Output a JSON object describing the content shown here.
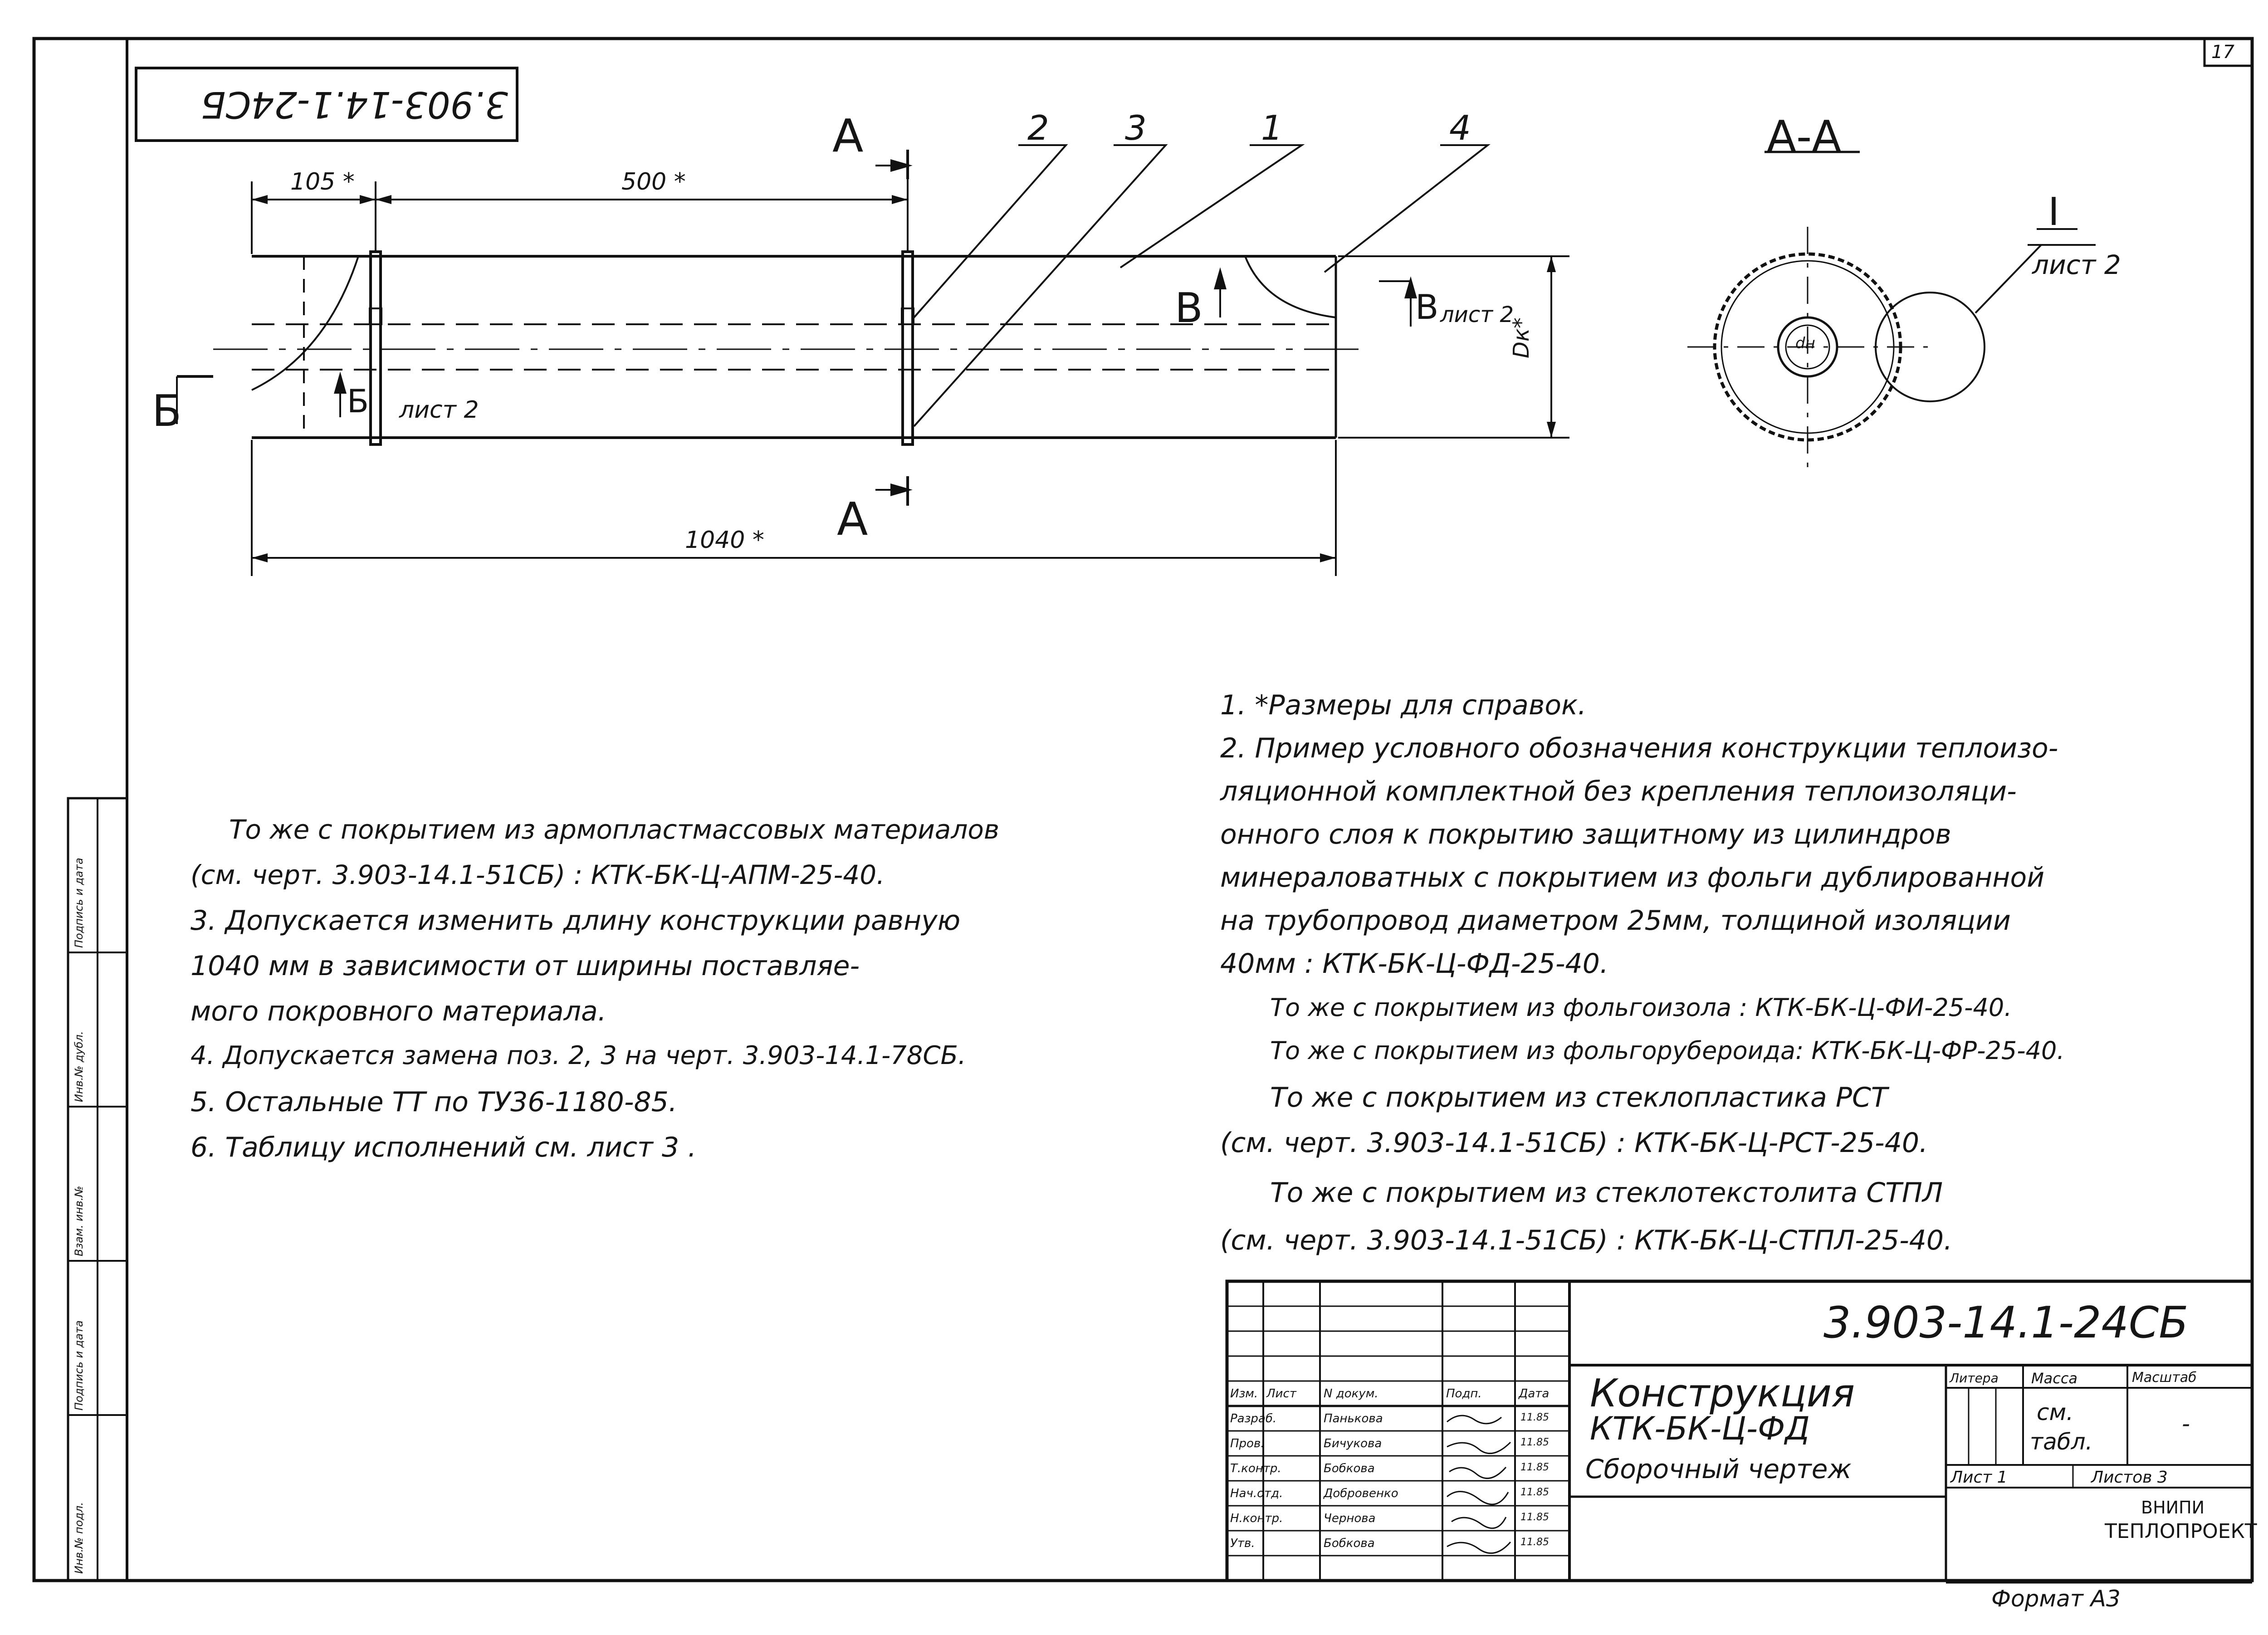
{
  "sheet": {
    "sheet_number": "17",
    "stamp_code_mirrored": "3.903-14.1-24СБ",
    "format_label": "Формат А3"
  },
  "drawing": {
    "dims": {
      "d1": "105 *",
      "d2": "500 *",
      "d3": "1040 *",
      "dk": "Dк*"
    },
    "section_marks": {
      "a_top": "А",
      "a_bottom": "А",
      "b_left": "Б",
      "b_small": "Б",
      "v_mid": "В",
      "v_right": "В"
    },
    "sheet_refs": {
      "b_ref": "лист 2",
      "v_ref": "лист 2",
      "detail_ref": "лист 2"
    },
    "position_numbers": [
      "2",
      "3",
      "1",
      "4"
    ],
    "section_title": "А-А",
    "detail_label": "I",
    "center_label": "dн"
  },
  "notes_right": [
    "1. *Размеры для справок.",
    "2. Пример условного обозначения конструкции теплоизо-",
    "ляционной комплектной без крепления теплоизоляци-",
    "онного слоя к покрытию защитному из цилиндров",
    "минераловатных с покрытием из фольги дублированной",
    "на трубопровод диаметром 25мм, толщиной изоляции",
    "40мм : КТК-БК-Ц-ФД-25-40.",
    "То же с покрытием из фольгоизола : КТК-БК-Ц-ФИ-25-40.",
    "То же с покрытием из фольгорубероида: КТК-БК-Ц-ФР-25-40.",
    "То же с покрытием из стеклопластика РСТ",
    "(см. черт. 3.903-14.1-51СБ) : КТК-БК-Ц-РСТ-25-40.",
    "То же с покрытием из стеклотекстолита СТПЛ",
    "(см. черт. 3.903-14.1-51СБ) : КТК-БК-Ц-СТПЛ-25-40."
  ],
  "notes_left": [
    "То же с покрытием из армопластмассовых материалов",
    "(см. черт. 3.903-14.1-51СБ) : КТК-БК-Ц-АПМ-25-40.",
    "3. Допускается изменить длину конструкции равную",
    "1040 мм в зависимости от ширины поставляе-",
    "мого покровного материала.",
    "4. Допускается замена поз. 2, 3 на черт. 3.903-14.1-78СБ.",
    "5. Остальные ТТ по ТУ36-1180-85.",
    "6. Таблицу исполнений см. лист 3 ."
  ],
  "title_block": {
    "doc_code": "3.903-14.1-24СБ",
    "title_line1": "Конструкция",
    "title_line2": "КТК-БК-Ц-ФД",
    "title_line3": "Сборочный чертеж",
    "col_headers": [
      "Изм.",
      "Лист",
      "N докум.",
      "Подп.",
      "Дата"
    ],
    "roles": [
      "Разраб.",
      "Пров.",
      "Т.контр.",
      "Нач.отд.",
      "Н.контр.",
      "Утв."
    ],
    "names": [
      "Панькова",
      "Бичукова",
      "Бобкова",
      "Добровенко",
      "Чернова",
      "Бобкова"
    ],
    "dates": [
      "11.85",
      "11.85",
      "11.85",
      "11.85",
      "11.85",
      "11.85"
    ],
    "litera_label": "Литера",
    "mass_label": "Масса",
    "scale_label": "Масштаб",
    "mass_value_1": "см.",
    "mass_value_2": "табл.",
    "scale_value": "-",
    "sheet_label": "Лист 1",
    "sheets_label": "Листов 3",
    "org_line1": "ВНИПИ",
    "org_line2": "ТЕПЛОПРОЕКТ"
  },
  "side_stamp": [
    "Инв.№ подл.",
    "Подпись и дата",
    "Взам. инв.№",
    "Инв.№ дубл.",
    "Подпись и дата"
  ]
}
